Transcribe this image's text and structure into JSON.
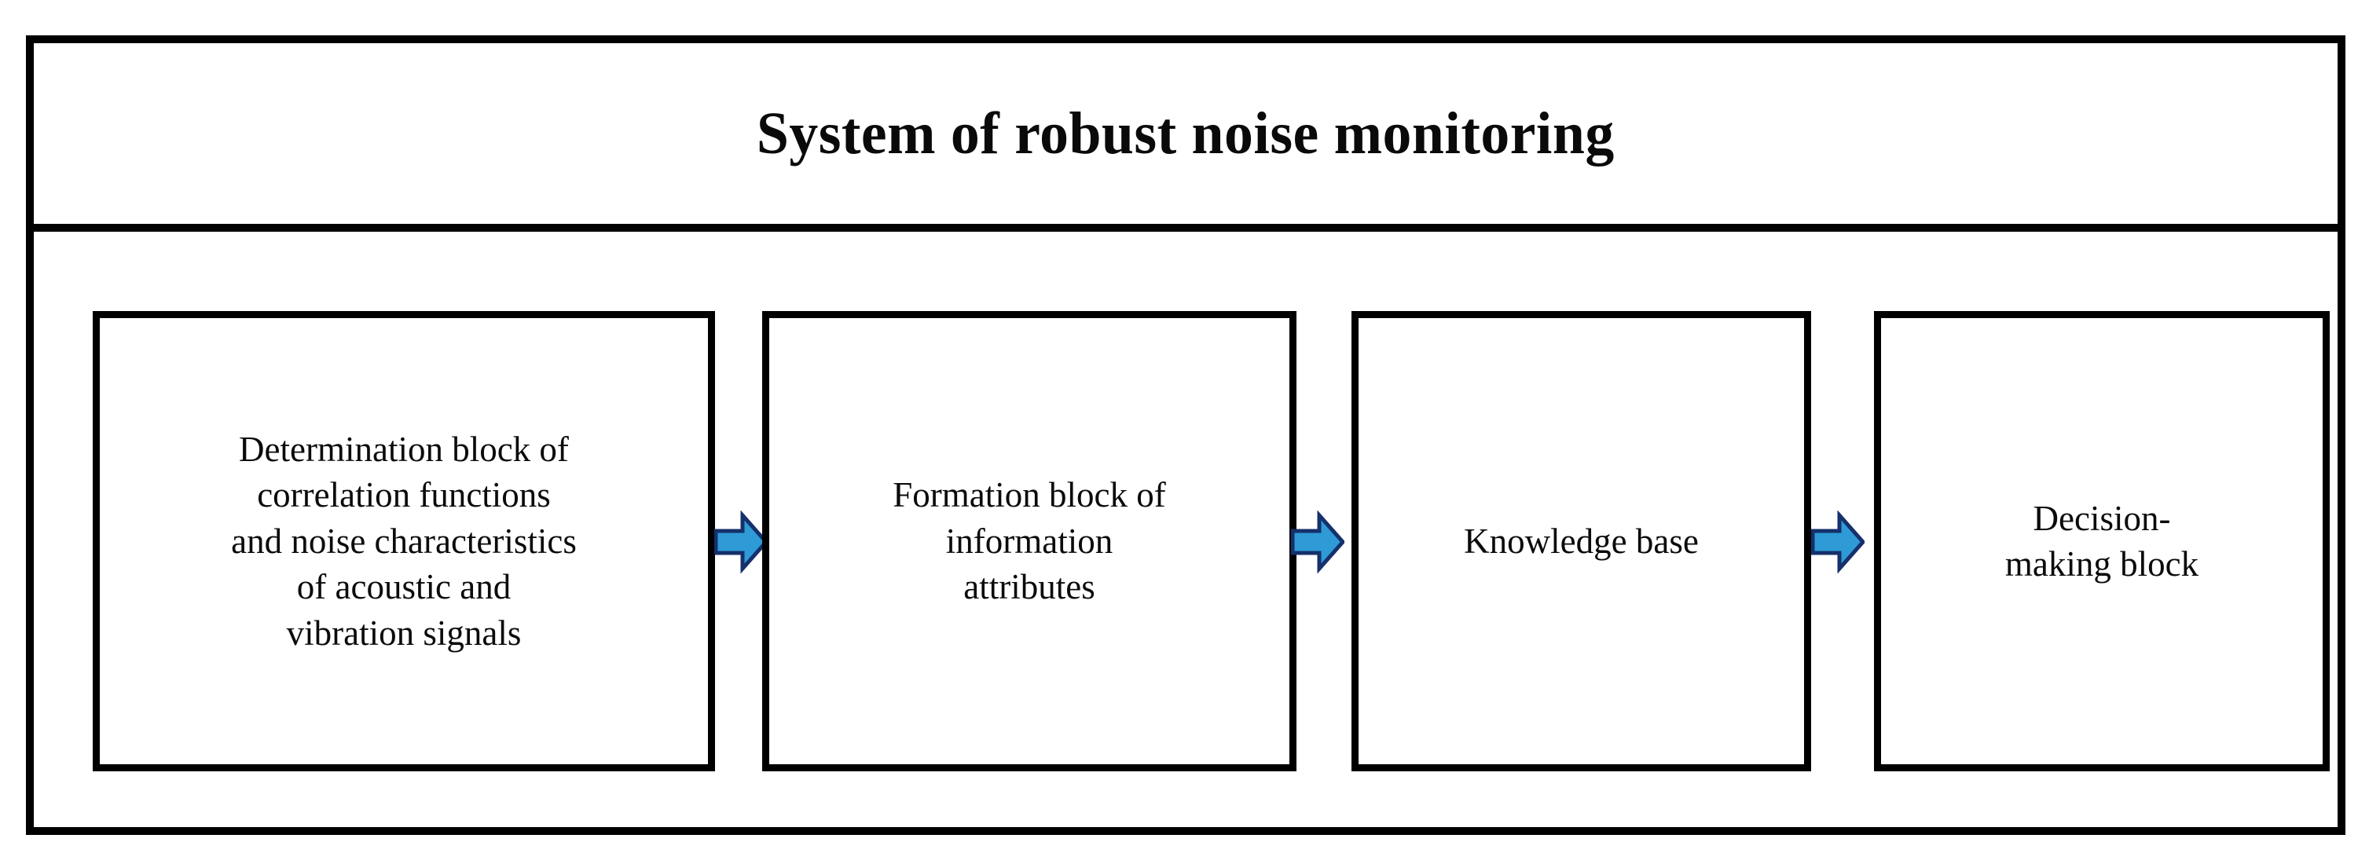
{
  "diagram": {
    "title": "System of robust noise monitoring",
    "type": "flow-pipeline",
    "orientation": "left-to-right",
    "colors": {
      "frame": "#000000",
      "box_border": "#000000",
      "background": "#ffffff",
      "text": "#0b0b0b",
      "arrow_fill": "#2E9BD6",
      "arrow_stroke": "#15306B"
    },
    "stages": [
      {
        "index": 1,
        "label": "Determination block of\ncorrelation functions\nand noise characteristics\nof acoustic and\nvibration signals",
        "name": "determination-block"
      },
      {
        "index": 2,
        "label": "Formation block of\ninformation\nattributes",
        "name": "formation-block"
      },
      {
        "index": 3,
        "label": "Knowledge base",
        "name": "knowledge-base"
      },
      {
        "index": 4,
        "label": "Decision-\nmaking block",
        "name": "decision-making-block"
      }
    ],
    "connectors": [
      {
        "from": 1,
        "to": 2,
        "icon": "right-arrow-icon"
      },
      {
        "from": 2,
        "to": 3,
        "icon": "right-arrow-icon"
      },
      {
        "from": 3,
        "to": 4,
        "icon": "right-arrow-icon"
      }
    ]
  }
}
